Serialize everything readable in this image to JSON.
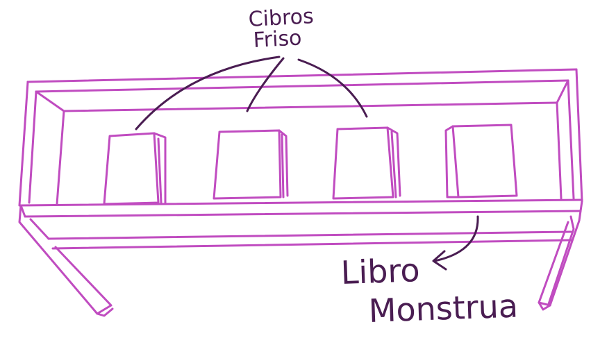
{
  "labels": {
    "books_frieze": [
      "Cibros",
      "Friso"
    ],
    "monster_book": [
      "Libro",
      "Monstrua"
    ]
  },
  "colors": {
    "shelf": "#c04cc0",
    "text_and_arrows": "#4a1d52",
    "background": "#ffffff"
  },
  "book_count": 4
}
